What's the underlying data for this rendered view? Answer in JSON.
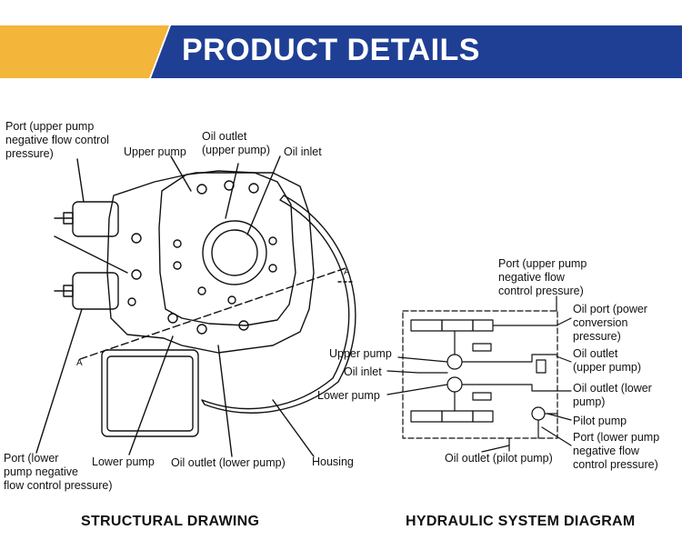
{
  "banner": {
    "title": "PRODUCT DETAILS",
    "colors": {
      "navy": "#1f3f95",
      "gold": "#f3b53a",
      "text": "#ffffff"
    }
  },
  "structural": {
    "labels": {
      "port_upper_line1": "Port (upper pump",
      "port_upper_line2": "negative flow control",
      "port_upper_line3": "pressure)",
      "upper_pump": "Upper pump",
      "oil_outlet_upper_line1": "Oil outlet",
      "oil_outlet_upper_line2": "(upper pump)",
      "oil_inlet": "Oil inlet",
      "section_mark": "A",
      "port_lower_line1": "Port (lower",
      "port_lower_line2": "pump negative",
      "port_lower_line3": "flow control pressure)",
      "lower_pump": "Lower pump",
      "oil_outlet_lower": "Oil outlet (lower pump)",
      "housing": "Housing"
    },
    "caption": "STRUCTURAL DRAWING"
  },
  "hydraulic": {
    "labels": {
      "port_upper_line1": "Port (upper pump",
      "port_upper_line2": "negative flow",
      "port_upper_line3": "control pressure)",
      "oil_port_line1": "Oil port (power",
      "oil_port_line2": "conversion",
      "oil_port_line3": "pressure)",
      "upper_pump": "Upper pump",
      "oil_inlet": "Oil inlet",
      "lower_pump": "Lower pump",
      "oil_outlet_upper_line1": "Oil outlet",
      "oil_outlet_upper_line2": "(upper pump)",
      "oil_outlet_lower_line1": "Oil outlet (lower",
      "oil_outlet_lower_line2": "pump)",
      "pilot_pump": "Pilot pump",
      "port_lower_line1": "Port (lower pump",
      "port_lower_line2": "negative flow",
      "port_lower_line3": "control pressure)",
      "oil_outlet_pilot": "Oil outlet (pilot pump)"
    },
    "caption": "HYDRAULIC SYSTEM DIAGRAM"
  }
}
